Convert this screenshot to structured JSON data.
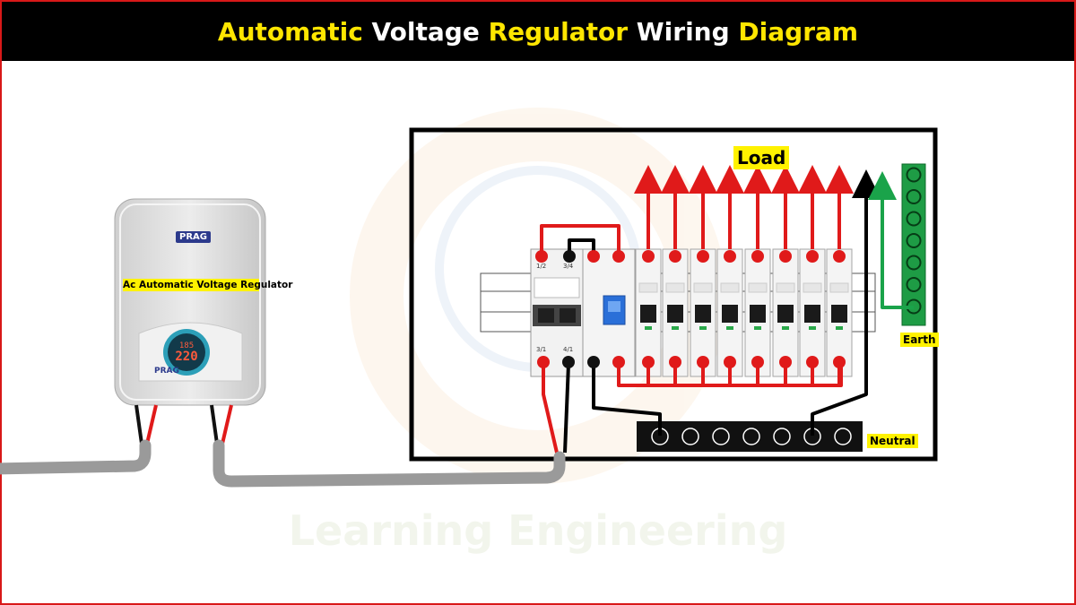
{
  "title": {
    "word1": "Automatic",
    "word2": "Voltage",
    "word3": "Regulator",
    "word4": "Wiring",
    "word5": "Diagram"
  },
  "regulator": {
    "label": "Ac Automatic Voltage Regulator",
    "brand": "PRAG",
    "brand_small": "PRAG",
    "display_top": "185",
    "display_main": "220"
  },
  "panel": {
    "load_label": "Load",
    "earth_label": "Earth",
    "neutral_label": "Neutral",
    "terminal_top_left": "1/2",
    "terminal_top_right": "3/4",
    "terminal_bottom_left": "3/1",
    "terminal_bottom_right": "4/1"
  },
  "watermark": "Learning Engineering",
  "colors": {
    "title_bg": "#000000",
    "title_yellow": "#ffe600",
    "title_white": "#ffffff",
    "border": "#d81818",
    "phase_wire": "#e01a1a",
    "neutral_wire": "#000000",
    "earth_wire": "#1aa34a",
    "label_bg": "#fff200",
    "cable": "#9a9a9a"
  }
}
